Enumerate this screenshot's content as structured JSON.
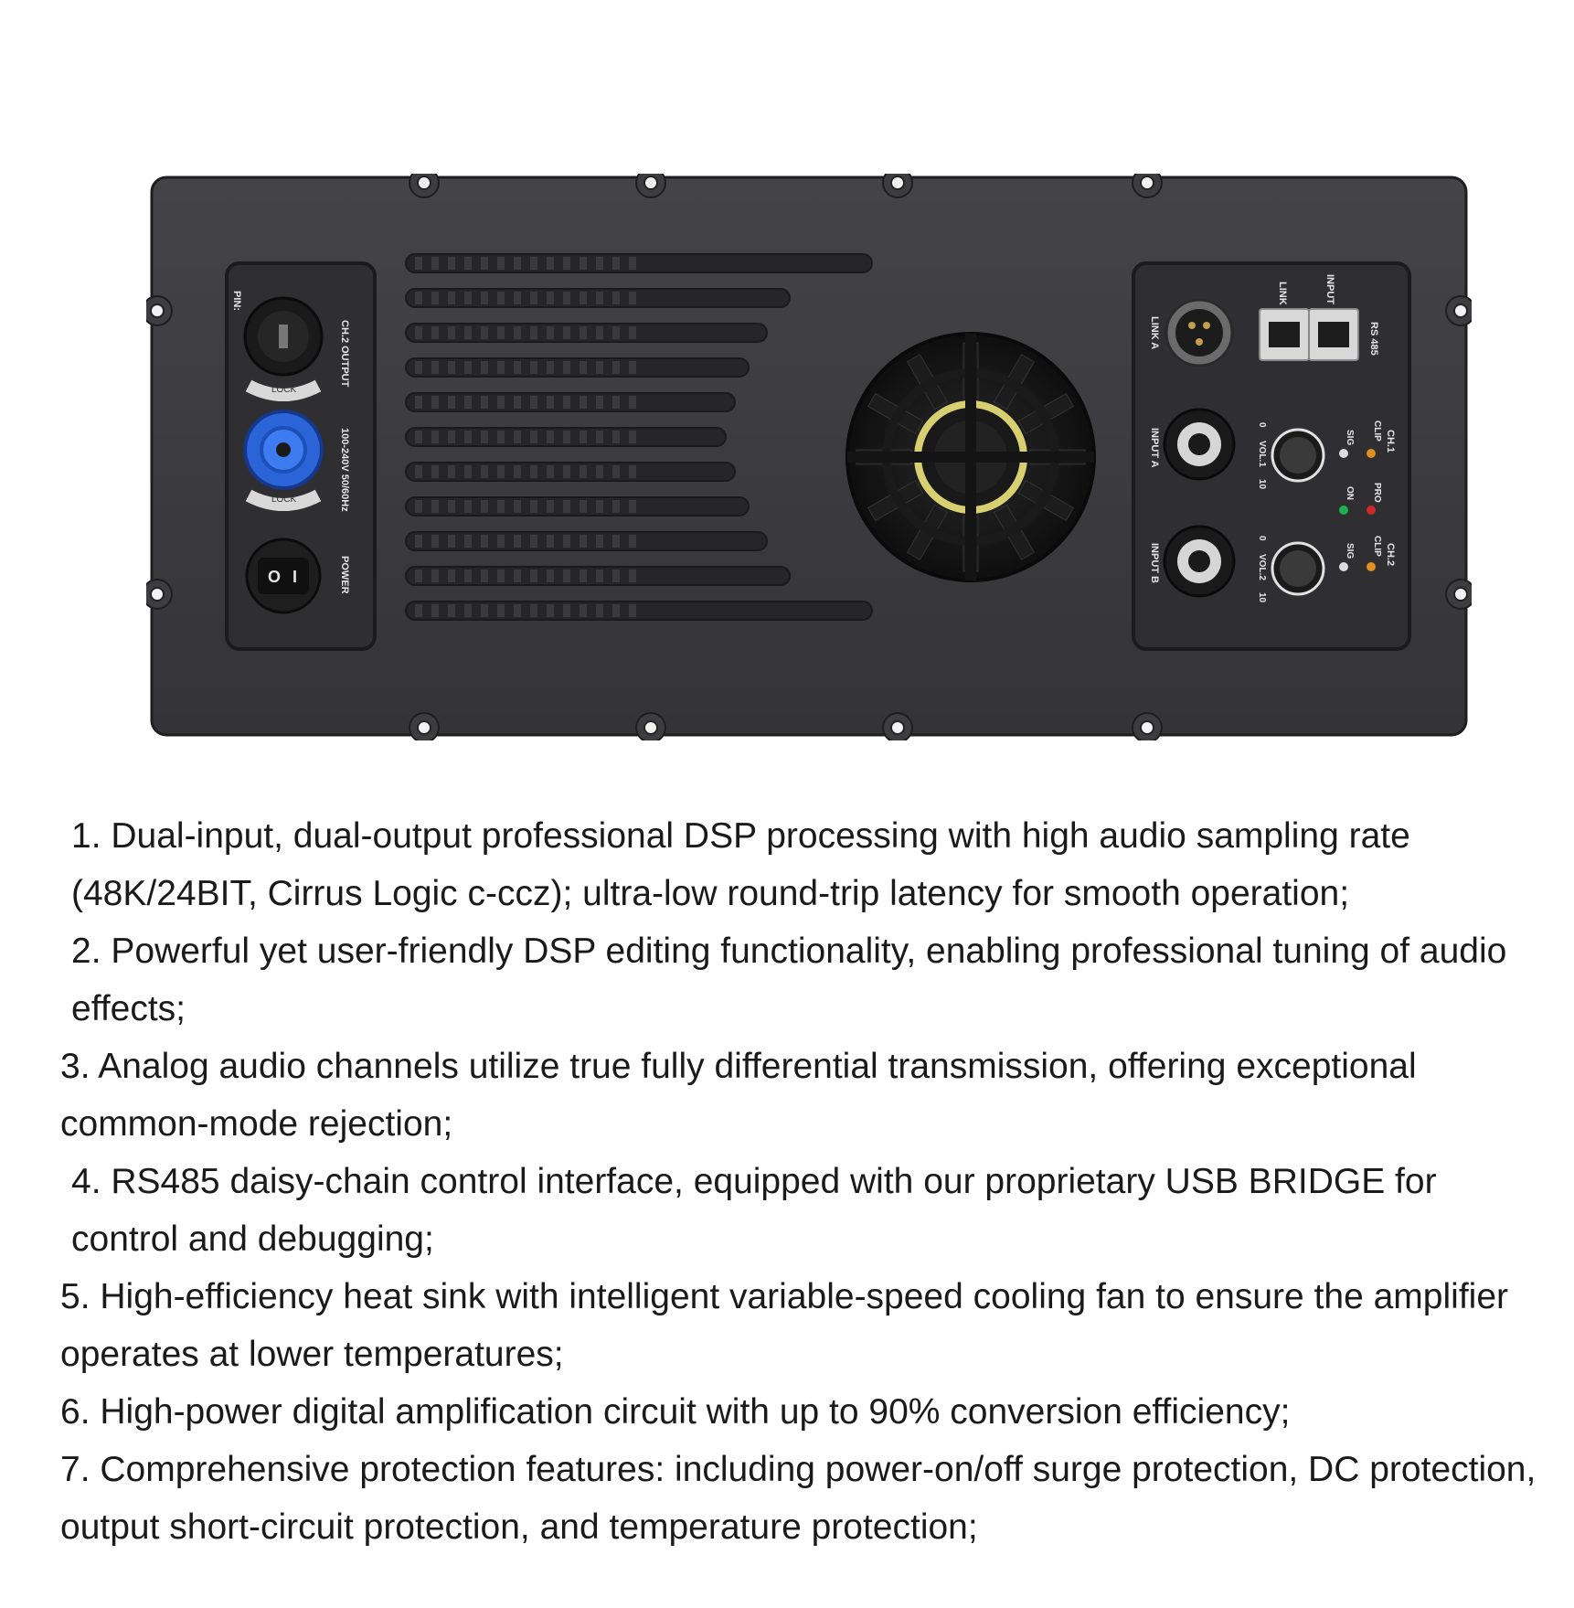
{
  "product": {
    "title": "Active speaker amplifier module",
    "colors": {
      "plate": "#3a3a3c",
      "panel": "#2c2c2e",
      "blue_connector": "#2a64d6",
      "clip_led": "#e09020",
      "pro_led": "#d02828",
      "on_led": "#20b050"
    },
    "panel_left": {
      "output_label": "CH.2 OUTPUT",
      "pin_label": "PIN:",
      "lock_label": "LOCK",
      "power_in_label": "100-240V 50/60Hz",
      "power_label": "POWER",
      "switch_off": "O",
      "switch_on": "I"
    },
    "panel_right": {
      "rs485_label": "RS 485",
      "input_label": "INPUT",
      "link_label": "LINK",
      "link_a_label": "LINK A",
      "input_a_label": "INPUT A",
      "input_b_label": "INPUT B",
      "ch1_label": "CH.1",
      "ch2_label": "CH.2",
      "clip_label": "CLIP",
      "sig_label": "SIG",
      "pro_label": "PRO",
      "on_label": "ON",
      "vol1_label": "VOL.1",
      "vol2_label": "VOL.2",
      "knob_min": "0",
      "knob_max": "10"
    }
  },
  "features": [
    {
      "text": " 1. Dual-input, dual-output professional DSP processing with high audio sampling rate (48K/24BIT, Cirrus Logic c-ccz); ultra-low round-trip latency for smooth operation;",
      "indent": true
    },
    {
      "text": " 2. Powerful yet user-friendly DSP editing functionality, enabling professional tuning of audio effects;",
      "indent": true
    },
    {
      "text": "3. Analog audio channels utilize true fully differential transmission, offering exceptional common-mode rejection;",
      "indent": false
    },
    {
      "text": " 4. RS485 daisy-chain control interface, equipped with our proprietary USB BRIDGE for control and debugging;",
      "indent": true
    },
    {
      "text": "5. High-efficiency heat sink with intelligent variable-speed cooling fan to ensure the amplifier operates at lower temperatures;",
      "indent": false
    },
    {
      "text": "6. High-power digital amplification circuit with up to 90% conversion efficiency;",
      "indent": false
    },
    {
      "text": "7. Comprehensive protection features: including power-on/off surge protection, DC protection, output short-circuit protection, and temperature protection;",
      "indent": false
    }
  ]
}
